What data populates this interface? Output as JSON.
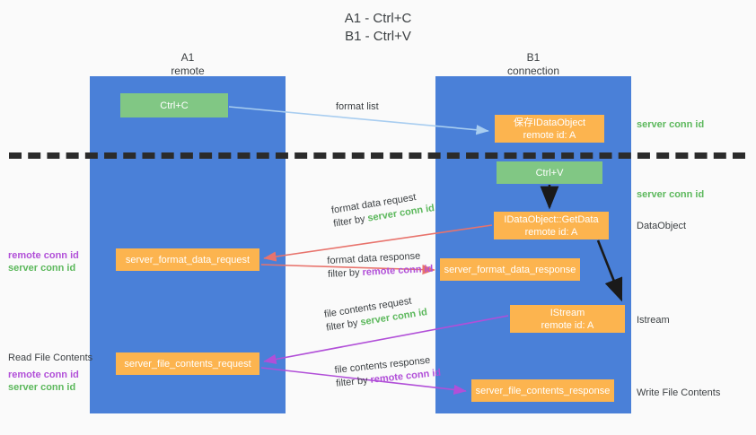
{
  "title": {
    "line1": "A1 - Ctrl+C",
    "line2": "B1 - Ctrl+V"
  },
  "colors": {
    "panel": "#4a80d8",
    "box_orange": "#fcb44f",
    "box_green": "#81c784",
    "server_conn_green": "#5cb85c",
    "remote_conn_purple": "#b14fd8",
    "text_dark": "#3c4043",
    "background": "#fafafa",
    "divider": "#2b2b2b"
  },
  "columns": {
    "left": {
      "title": "A1",
      "subtitle": "remote"
    },
    "right": {
      "title": "B1",
      "subtitle": "connection"
    }
  },
  "boxes": {
    "ctrl_c": "Ctrl+C",
    "idataobject": {
      "line1": "保存IDataObject",
      "line2": "remote id: A"
    },
    "ctrl_v": "Ctrl+V",
    "getdata": {
      "line1": "IDataObject::GetData",
      "line2": "remote id: A"
    },
    "server_format_data_request": "server_format_data_request",
    "server_format_data_response": "server_format_data_response",
    "istream": {
      "line1": "IStream",
      "line2": "remote id: A"
    },
    "server_file_contents_request": "server_file_contents_request",
    "server_file_contents_response": "server_file_contents_response"
  },
  "edge_labels": {
    "format_list": "format list",
    "format_data_request": {
      "line1": "format data request",
      "filter_prefix": "filter by ",
      "filter_value": "server conn id"
    },
    "format_data_response": {
      "line1": "format data response",
      "filter_prefix": "filter by ",
      "filter_value": "remote conn id"
    },
    "file_contents_request": {
      "line1": "file contents request",
      "filter_prefix": "filter by ",
      "filter_value": "server conn id"
    },
    "file_contents_response": {
      "line1": "file contents response",
      "filter_prefix": "filter by ",
      "filter_value": "remote conn id"
    }
  },
  "annotations": {
    "right": {
      "server_conn_top": "server conn id",
      "server_conn_mid": "server conn id",
      "dataobject": "DataObject",
      "istream": "Istream",
      "write_file_contents": "Write File Contents"
    },
    "left": {
      "read_file_contents": "Read File Contents",
      "remote_conn_1": "remote conn id",
      "server_conn_1": "server conn id",
      "remote_conn_2": "remote conn id",
      "server_conn_2": "server conn id"
    }
  }
}
